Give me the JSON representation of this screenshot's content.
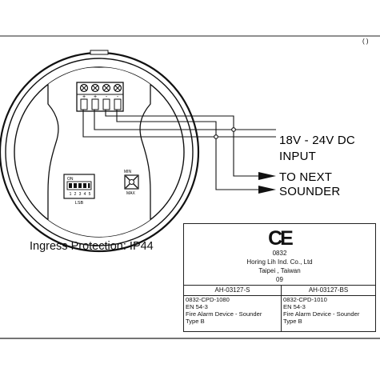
{
  "labels": {
    "power_line1": "18V - 24V DC",
    "power_line2": "INPUT",
    "next_line1": "TO NEXT",
    "next_line2": "SOUNDER",
    "ingress": "Ingress Protection: IP44",
    "corner_mark": "( )"
  },
  "terminal_signs": [
    "+",
    "+",
    "-",
    "-"
  ],
  "dip_switch": {
    "on_label": "ON",
    "numbers": [
      "1",
      "2",
      "3",
      "4",
      "5"
    ],
    "caption": "LSB"
  },
  "volume_pot": {
    "min_label": "MIN",
    "max_label": "MAX"
  },
  "certificate": {
    "mark": "CE",
    "notified_body": "0832",
    "manufacturer": "Horing Lih Ind. Co., Ltd",
    "location": "Taipei , Taiwan",
    "year": "09",
    "models": [
      {
        "name": "AH-03127-S",
        "cpd": "0832-CPD-1080",
        "standard": "EN 54-3",
        "device": "Fire Alarm Device - Sounder",
        "type": "Type B"
      },
      {
        "name": "AH-03127-BS",
        "cpd": "0832-CPD-1010",
        "standard": "EN 54-3",
        "device": "Fire Alarm Device - Sounder",
        "type": "Type B"
      }
    ]
  }
}
